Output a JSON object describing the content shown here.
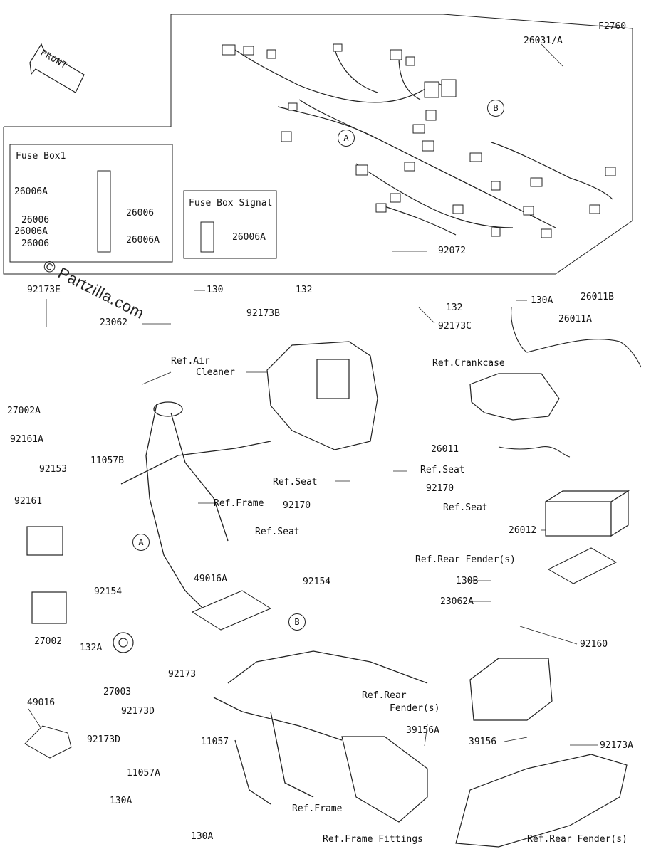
{
  "figure_code": "F2760",
  "front_arrow": "FRONT",
  "watermark": "© Partzilla.com",
  "fuse_box1": {
    "title": "Fuse Box1",
    "labels": [
      "26006A",
      "26006",
      "26006A",
      "26006",
      "26006",
      "26006A"
    ]
  },
  "fuse_box_signal": {
    "title": "Fuse Box Signal",
    "label": "26006A"
  },
  "callouts": {
    "a": "A",
    "b": "B"
  },
  "parts": {
    "harness": "26031/A",
    "p92072": "92072",
    "p26011B": "26011B",
    "p92173E": "92173E",
    "p130_top": "130",
    "p23062": "23062",
    "ref_air_1": "Ref.Air",
    "ref_air_2": "Cleaner",
    "p132_a": "132",
    "p92173B": "92173B",
    "p132_b": "132",
    "p92173C": "92173C",
    "p130A_top": "130A",
    "p26011A": "26011A",
    "ref_crankcase": "Ref.Crankcase",
    "p27002A": "27002A",
    "p92161A": "92161A",
    "p92153": "92153",
    "p11057B": "11057B",
    "p92161": "92161",
    "ref_frame_1": "Ref.Frame",
    "ref_seat_1": "Ref.Seat",
    "ref_seat_2": "Ref.Seat",
    "p92170_a": "92170",
    "p92170_b": "92170",
    "ref_seat_3": "Ref.Seat",
    "ref_seat_4": "Ref.Seat",
    "p26011": "26011",
    "p26012": "26012",
    "ref_rear_fender_1": "Ref.Rear Fender(s)",
    "p92154_a": "92154",
    "p92154_b": "92154",
    "p49016A": "49016A",
    "p27002": "27002",
    "p130B": "130B",
    "p23062A": "23062A",
    "p92160": "92160",
    "p132A": "132A",
    "p27003": "27003",
    "p92173": "92173",
    "ref_rear_fender_2a": "Ref.Rear",
    "ref_rear_fender_2b": "Fender(s)",
    "p49016": "49016",
    "p92173D_a": "92173D",
    "p92173D_b": "92173D",
    "p11057": "11057",
    "p39156A": "39156A",
    "p39156": "39156",
    "p92173A": "92173A",
    "p11057A": "11057A",
    "p130A_a": "130A",
    "p130A_b": "130A",
    "ref_frame_2": "Ref.Frame",
    "ref_frame_fittings": "Ref.Frame Fittings",
    "ref_rear_fender_3": "Ref.Rear Fender(s)"
  }
}
